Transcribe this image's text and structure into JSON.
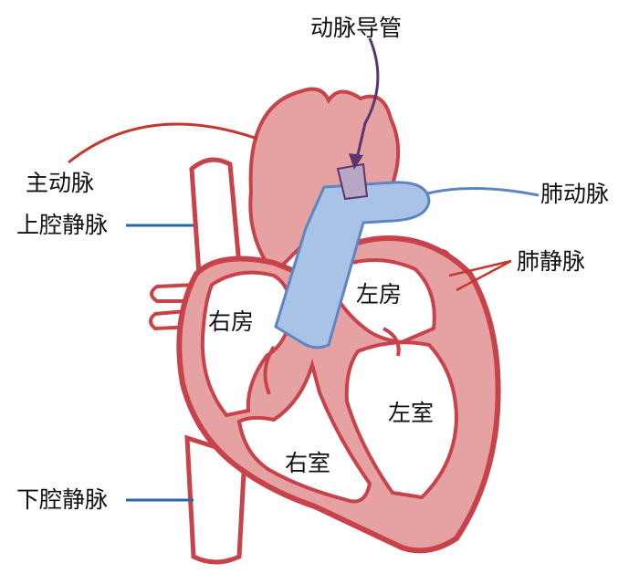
{
  "labels": {
    "ductus": "动脉导管",
    "aorta": "主动脉",
    "svc": "上腔静脉",
    "pulm_artery": "肺动脉",
    "pulm_veins": "肺静脉",
    "left_atrium": "左房",
    "right_atrium": "右房",
    "left_ventricle": "左室",
    "right_ventricle": "右室",
    "ivc": "下腔静脉"
  },
  "colors": {
    "wall": "#c8424a",
    "fill": "#e6a2a3",
    "chamber": "#ffffff",
    "pulmonary": "#a9c3e6",
    "pulmonary_line": "#5d85c4",
    "ductus_arrow": "#5a3570",
    "leader_blue": "#2a67a8",
    "leader_red": "#c0392b"
  }
}
